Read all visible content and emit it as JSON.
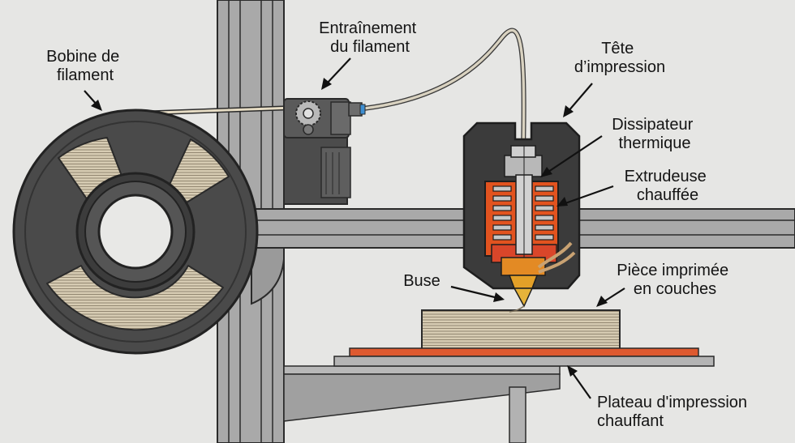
{
  "labels": {
    "spool": [
      "Bobine de",
      "filament"
    ],
    "drive": [
      "Entraînement",
      "du filament"
    ],
    "printhead": [
      "Tête",
      "d’impression"
    ],
    "heatsink": [
      "Dissipateur",
      "thermique"
    ],
    "hotend": [
      "Extrudeuse",
      "chauffée"
    ],
    "nozzle": [
      "Buse"
    ],
    "part": [
      "Pièce imprimée",
      "en couches"
    ],
    "bed": [
      "Plateau d'impression",
      "chauffant"
    ]
  },
  "colors": {
    "background": "#e6e6e4",
    "frame": "#a9a9a9",
    "spool": "#4a4a4a",
    "filament": "#d8cdb2",
    "heater": "#e2531f",
    "nozzle": "#e3a028",
    "bed": "#de5a30",
    "outline": "#2a2a2a"
  }
}
